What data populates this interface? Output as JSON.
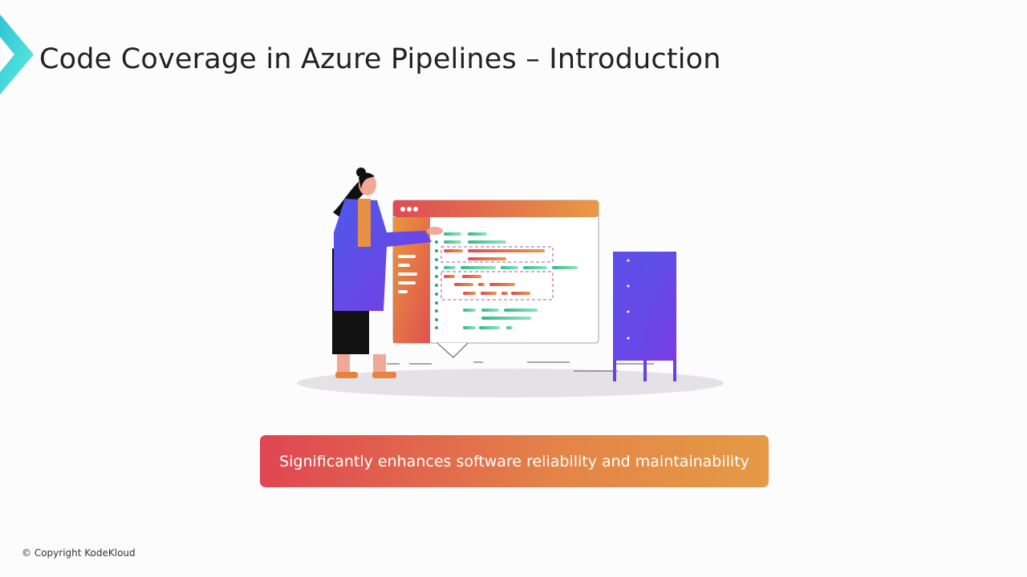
{
  "slide": {
    "title": "Code Coverage in Azure Pipelines – Introduction",
    "banner_text": "Significantly enhances software reliability and maintainability",
    "copyright": "© Copyright KodeKloud"
  },
  "colors": {
    "accent_teal": "#3ad6dc",
    "banner_start": "#df4652",
    "banner_end": "#e59a45",
    "cabinet": "#5b4ae8"
  },
  "icons": {
    "logo": "chevron-logo-icon",
    "illustration": "developer-presenting-code-illustration"
  }
}
